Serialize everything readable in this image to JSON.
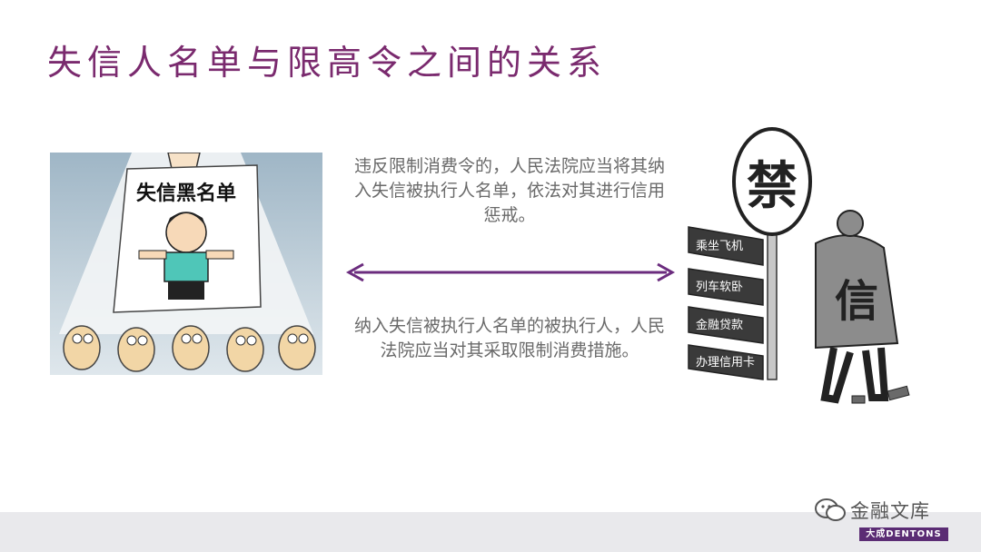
{
  "slide": {
    "title": "失信人名单与限高令之间的关系",
    "paragraph_top": "违反限制消费令的，人民法院应当将其纳入失信被执行人名单，依法对其进行信用惩戒。",
    "paragraph_bottom": "纳入失信被执行人名单的被执行人，人民法院应当对其采取限制消费措施。"
  },
  "left_illustration": {
    "board_title": "失信黑名单"
  },
  "right_illustration": {
    "sign_text": "禁",
    "body_text": "信",
    "plates": [
      "乘坐飞机",
      "列车软卧",
      "金融贷款",
      "办理信用卡"
    ]
  },
  "watermark": {
    "text": "金融文库",
    "brand": "大成DENTONS"
  },
  "colors": {
    "title": "#7a2a6e",
    "arrow": "#6b2c7e",
    "body_text": "#6a6a6a",
    "footer": "#e9e9ec",
    "brand": "#5b2c74"
  }
}
